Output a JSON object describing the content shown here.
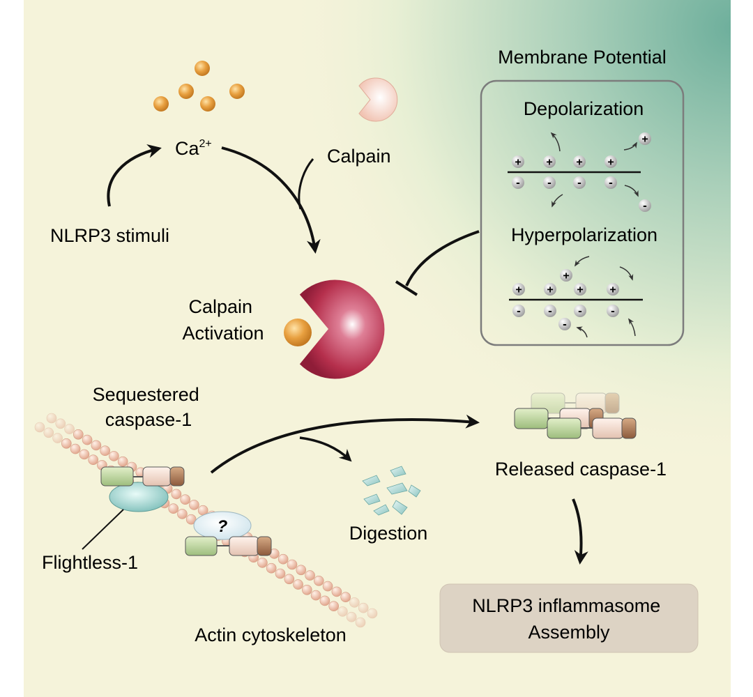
{
  "labels": {
    "ca_base": "Ca",
    "ca_sup": "2+",
    "calpain": "Calpain",
    "nlrp3_stimuli": "NLRP3 stimuli",
    "calpain_activation_line1": "Calpain",
    "calpain_activation_line2": "Activation",
    "membrane_potential": "Membrane Potential",
    "depolarization": "Depolarization",
    "hyperpolarization": "Hyperpolarization",
    "sequestered_line1": "Sequestered",
    "sequestered_line2": "caspase-1",
    "flightless": "Flightless-1",
    "question": "?",
    "digestion": "Digestion",
    "released": "Released caspase-1",
    "actin": "Actin cytoskeleton",
    "inflammasome_line1": "NLRP3 inflammasome",
    "inflammasome_line2": "Assembly"
  },
  "charges": {
    "plus": "+",
    "minus": "-"
  },
  "colors": {
    "background_light": "#f5f3da",
    "background_teal": "#86bfae",
    "calcium": "#e29a3c",
    "calpain_inactive": "#f3cbbd",
    "calpain_active": "#b8304e",
    "flightless": "#8ec9c4",
    "actin_bead": "#e9b39e",
    "domain_green": "#b6cf96",
    "domain_pink": "#f0d6c8",
    "domain_brown": "#a97857",
    "inflammasome_box": "#ddd3c4",
    "membrane_box_stroke": "#7c7c7c"
  }
}
